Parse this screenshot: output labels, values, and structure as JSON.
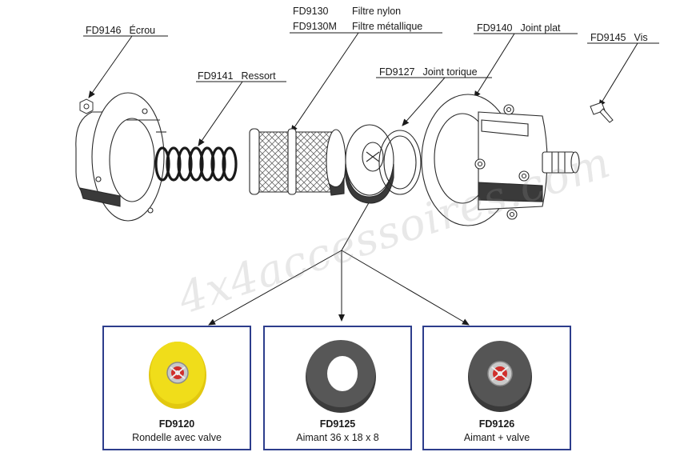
{
  "callouts": {
    "fd9146": {
      "code": "FD9146",
      "desc": "Écrou"
    },
    "fd9141": {
      "code": "FD9141",
      "desc": "Ressort"
    },
    "fd9130": {
      "code": "FD9130",
      "desc": "Filtre nylon"
    },
    "fd9130m": {
      "code": "FD9130M",
      "desc": "Filtre métallique"
    },
    "fd9127": {
      "code": "FD9127",
      "desc": "Joint torique"
    },
    "fd9140": {
      "code": "FD9140",
      "desc": "Joint plat"
    },
    "fd9145": {
      "code": "FD9145",
      "desc": "Vis"
    }
  },
  "panels": [
    {
      "code": "FD9120",
      "desc": "Rondelle avec valve"
    },
    {
      "code": "FD9125",
      "desc": "Aimant 36 x 18 x 8"
    },
    {
      "code": "FD9126",
      "desc": "Aimant + valve"
    }
  ],
  "watermark": "4x4accessoires.com",
  "colors": {
    "panel_border": "#2d3d8c",
    "magnet_yellow": "#f0dd1a",
    "valve_red": "#d0302c"
  }
}
